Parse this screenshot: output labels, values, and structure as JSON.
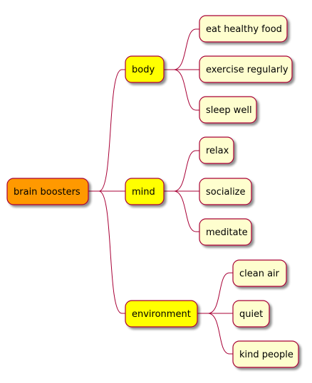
{
  "colors": {
    "root_fill": "#ff9900",
    "branch_fill": "#ffff00",
    "leaf_fill": "#fefece",
    "border": "#a80036",
    "edge": "#a80036"
  },
  "root": {
    "label": "brain boosters",
    "children": [
      {
        "label": "body",
        "children": [
          {
            "label": "eat healthy food"
          },
          {
            "label": "exercise regularly"
          },
          {
            "label": "sleep well"
          }
        ]
      },
      {
        "label": "mind",
        "children": [
          {
            "label": "relax"
          },
          {
            "label": "socialize"
          },
          {
            "label": "meditate"
          }
        ]
      },
      {
        "label": "environment",
        "children": [
          {
            "label": "clean air"
          },
          {
            "label": "quiet"
          },
          {
            "label": "kind people"
          }
        ]
      }
    ]
  }
}
